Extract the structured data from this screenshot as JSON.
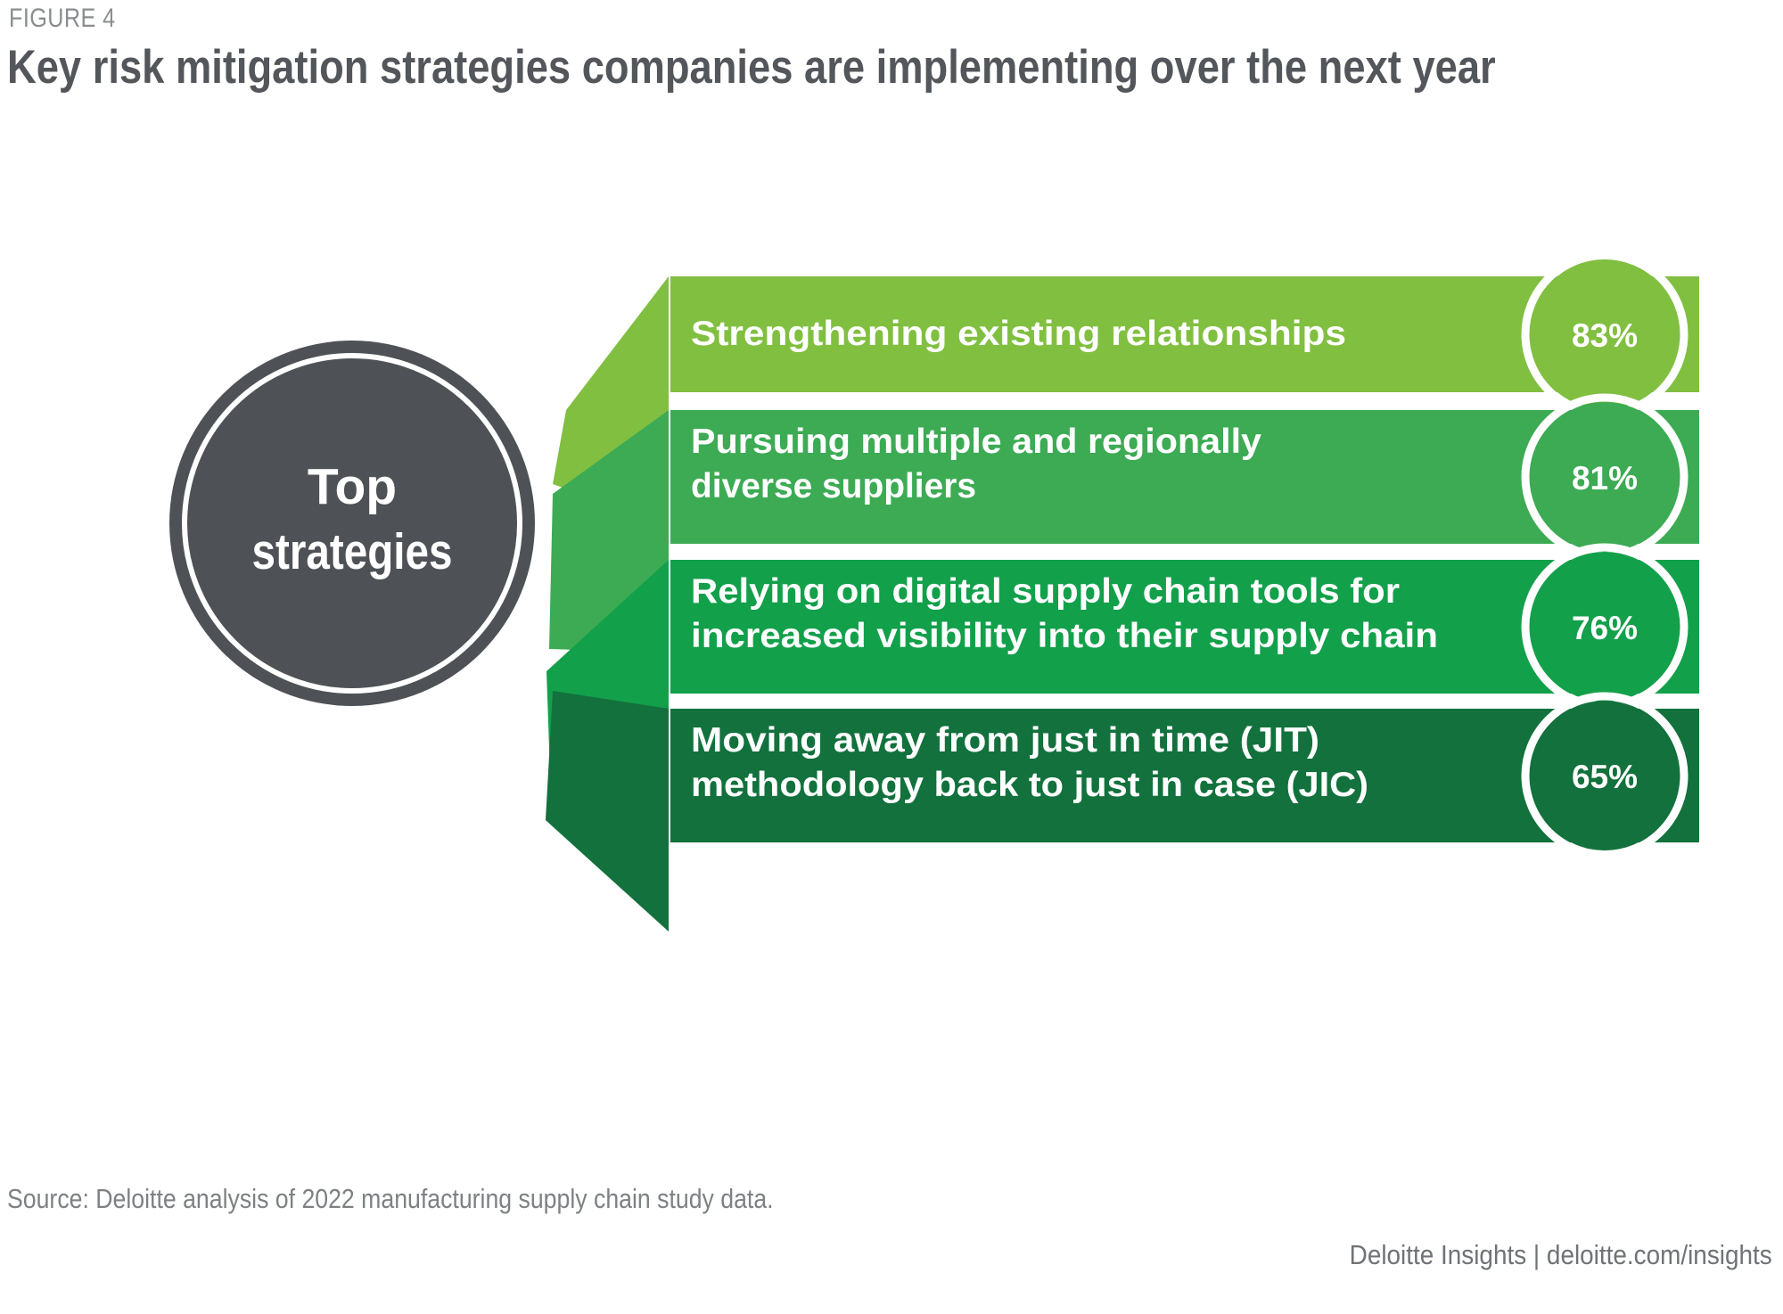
{
  "figure": {
    "label": "FIGURE 4",
    "title": "Key risk mitigation strategies companies are implementing over the next year"
  },
  "hub": {
    "line1": "Top",
    "line2": "strategies",
    "fill": "#4e5257",
    "ring": "#ffffff"
  },
  "strategies": [
    {
      "label_line1": "Strengthening existing relationships",
      "label_line2": "",
      "percent": "83%",
      "value": 83,
      "color": "#81bf41"
    },
    {
      "label_line1": "Pursuing multiple and regionally",
      "label_line2": "diverse suppliers",
      "percent": "81%",
      "value": 81,
      "color": "#3cab54"
    },
    {
      "label_line1": "Relying on digital supply chain tools for",
      "label_line2": "increased visibility into their supply chain",
      "percent": "76%",
      "value": 76,
      "color": "#13a04b"
    },
    {
      "label_line1": "Moving away from just in time (JIT)",
      "label_line2": "methodology back to just in case (JIC)",
      "percent": "65%",
      "value": 65,
      "color": "#12713c"
    }
  ],
  "source": "Source: Deloitte analysis of 2022 manufacturing supply chain study data.",
  "footer": "Deloitte Insights | deloitte.com/insights",
  "chart_data": {
    "type": "bar",
    "title": "Key risk mitigation strategies companies are implementing over the next year",
    "categories": [
      "Strengthening existing relationships",
      "Pursuing multiple and regionally diverse suppliers",
      "Relying on digital supply chain tools for increased visibility into their supply chain",
      "Moving away from just in time (JIT) methodology back to just in case (JIC)"
    ],
    "values": [
      83,
      81,
      76,
      65
    ],
    "value_labels": [
      "83%",
      "81%",
      "76%",
      "65%"
    ],
    "xlabel": "",
    "ylabel": "",
    "ylim": [
      0,
      100
    ],
    "unit": "%",
    "grid": false,
    "legend": "none",
    "series_colors": [
      "#81bf41",
      "#3cab54",
      "#13a04b",
      "#12713c"
    ]
  }
}
